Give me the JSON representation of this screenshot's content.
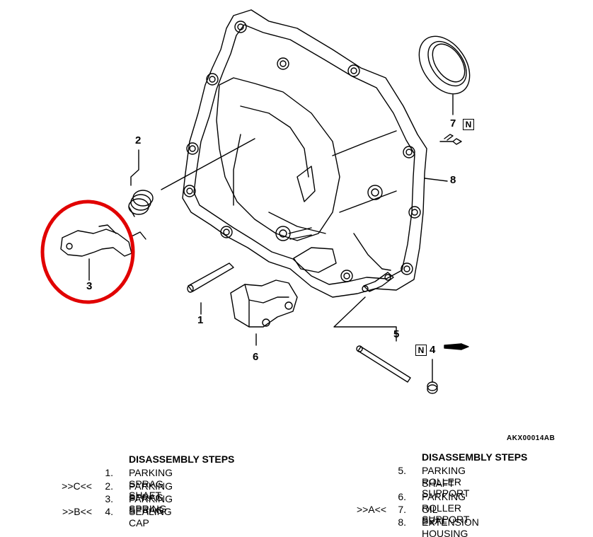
{
  "callouts": {
    "c1": "1",
    "c2": "2",
    "c3": "3",
    "c4": "4",
    "c5": "5",
    "c6": "6",
    "c7": "7",
    "c8": "8"
  },
  "markers": {
    "n7": "N",
    "n4": "N"
  },
  "figure_code": "AKX00014AB",
  "highlight_color": "#e10000",
  "left_steps": {
    "header": "DISASSEMBLY STEPS",
    "rows": [
      {
        "ref": "",
        "num": "1.",
        "text": "PARKING SPRAG SHAFT"
      },
      {
        "ref": ">>C<<",
        "num": "2.",
        "text": "PARKING SPRAG SPRING"
      },
      {
        "ref": "",
        "num": "3.",
        "text": "PARKING SPRAG"
      },
      {
        "ref": ">>B<<",
        "num": "4.",
        "text": "SEALING CAP"
      }
    ]
  },
  "right_steps": {
    "header": "DISASSEMBLY STEPS",
    "rows": [
      {
        "ref": "",
        "num": "5.",
        "text": "PARKING ROLLER SUPPORT",
        "text2": "SHAFT"
      },
      {
        "ref": "",
        "num": "6.",
        "text": "PARKING ROLLER SUPPORT"
      },
      {
        "ref": ">>A<<",
        "num": "7.",
        "text": "OIL SEAL"
      },
      {
        "ref": "",
        "num": "8.",
        "text": "EXTENSION HOUSING"
      }
    ]
  }
}
